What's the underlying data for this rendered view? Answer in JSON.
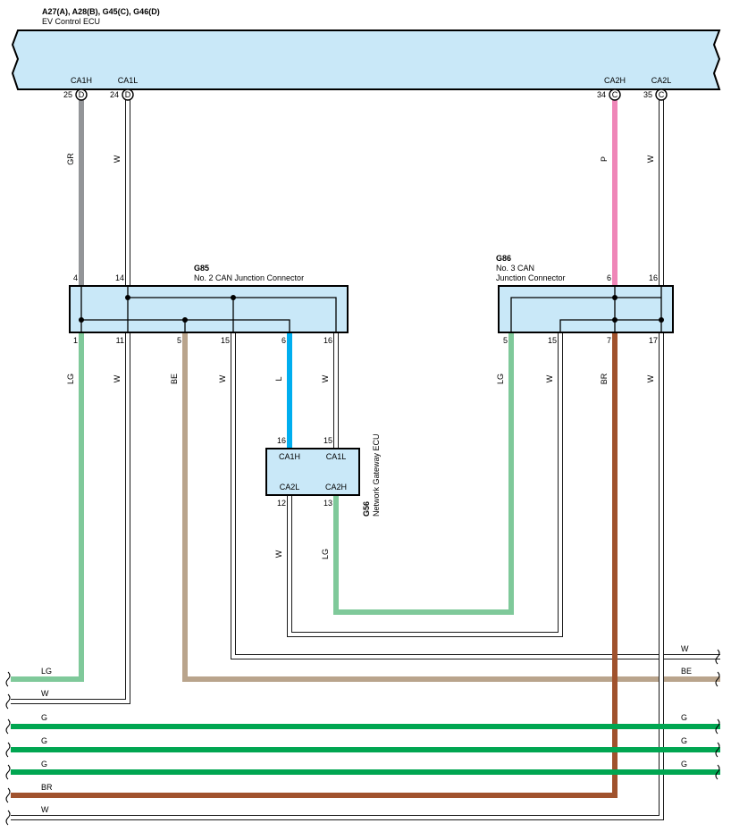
{
  "ecu": {
    "id_line": "A27(A), A28(B), G45(C), G46(D)",
    "name": "EV Control ECU",
    "pins": [
      {
        "num": "25",
        "signal": "CA1H",
        "conn": "D"
      },
      {
        "num": "24",
        "signal": "CA1L",
        "conn": "D"
      },
      {
        "num": "34",
        "signal": "CA2H",
        "conn": "C"
      },
      {
        "num": "35",
        "signal": "CA2L",
        "conn": "C"
      }
    ]
  },
  "g85": {
    "id": "G85",
    "name": "No. 2 CAN Junction Connector",
    "top_pins": [
      "4",
      "14"
    ],
    "bottom_pins": [
      "1",
      "11",
      "5",
      "15",
      "6",
      "16"
    ]
  },
  "g86": {
    "id": "G86",
    "name_line1": "No. 3 CAN",
    "name_line2": "Junction Connector",
    "top_pins": [
      "6",
      "16"
    ],
    "bottom_pins": [
      "5",
      "15",
      "7",
      "17"
    ]
  },
  "g56": {
    "id": "G56",
    "name": "Network Gateway ECU",
    "top_pins": [
      "16",
      "15"
    ],
    "bottom_pins": [
      "12",
      "13"
    ],
    "signals": [
      "CA1H",
      "CA1L",
      "CA2L",
      "CA2H"
    ]
  },
  "wire_labels": {
    "ecu_to_g85": [
      "GR",
      "W"
    ],
    "ecu_to_g86": [
      "P",
      "W"
    ],
    "g85_bottom": [
      "LG",
      "W",
      "BE",
      "W",
      "L",
      "W"
    ],
    "g86_bottom": [
      "LG",
      "W",
      "BR",
      "W"
    ],
    "g56_bottom": [
      "W",
      "LG"
    ]
  },
  "exits_left": [
    "LG",
    "W",
    "G",
    "G",
    "G",
    "BR",
    "W"
  ],
  "exits_right": [
    "W",
    "BE",
    "G",
    "G",
    "G"
  ],
  "colors": {
    "GR": "#939598",
    "P": "#ef86b8",
    "LG": "#7fc99a",
    "BE": "#b9a48c",
    "L": "#00aeef",
    "BR": "#a0522d",
    "G": "#00a651",
    "box_fill": "#c9e8f8"
  }
}
